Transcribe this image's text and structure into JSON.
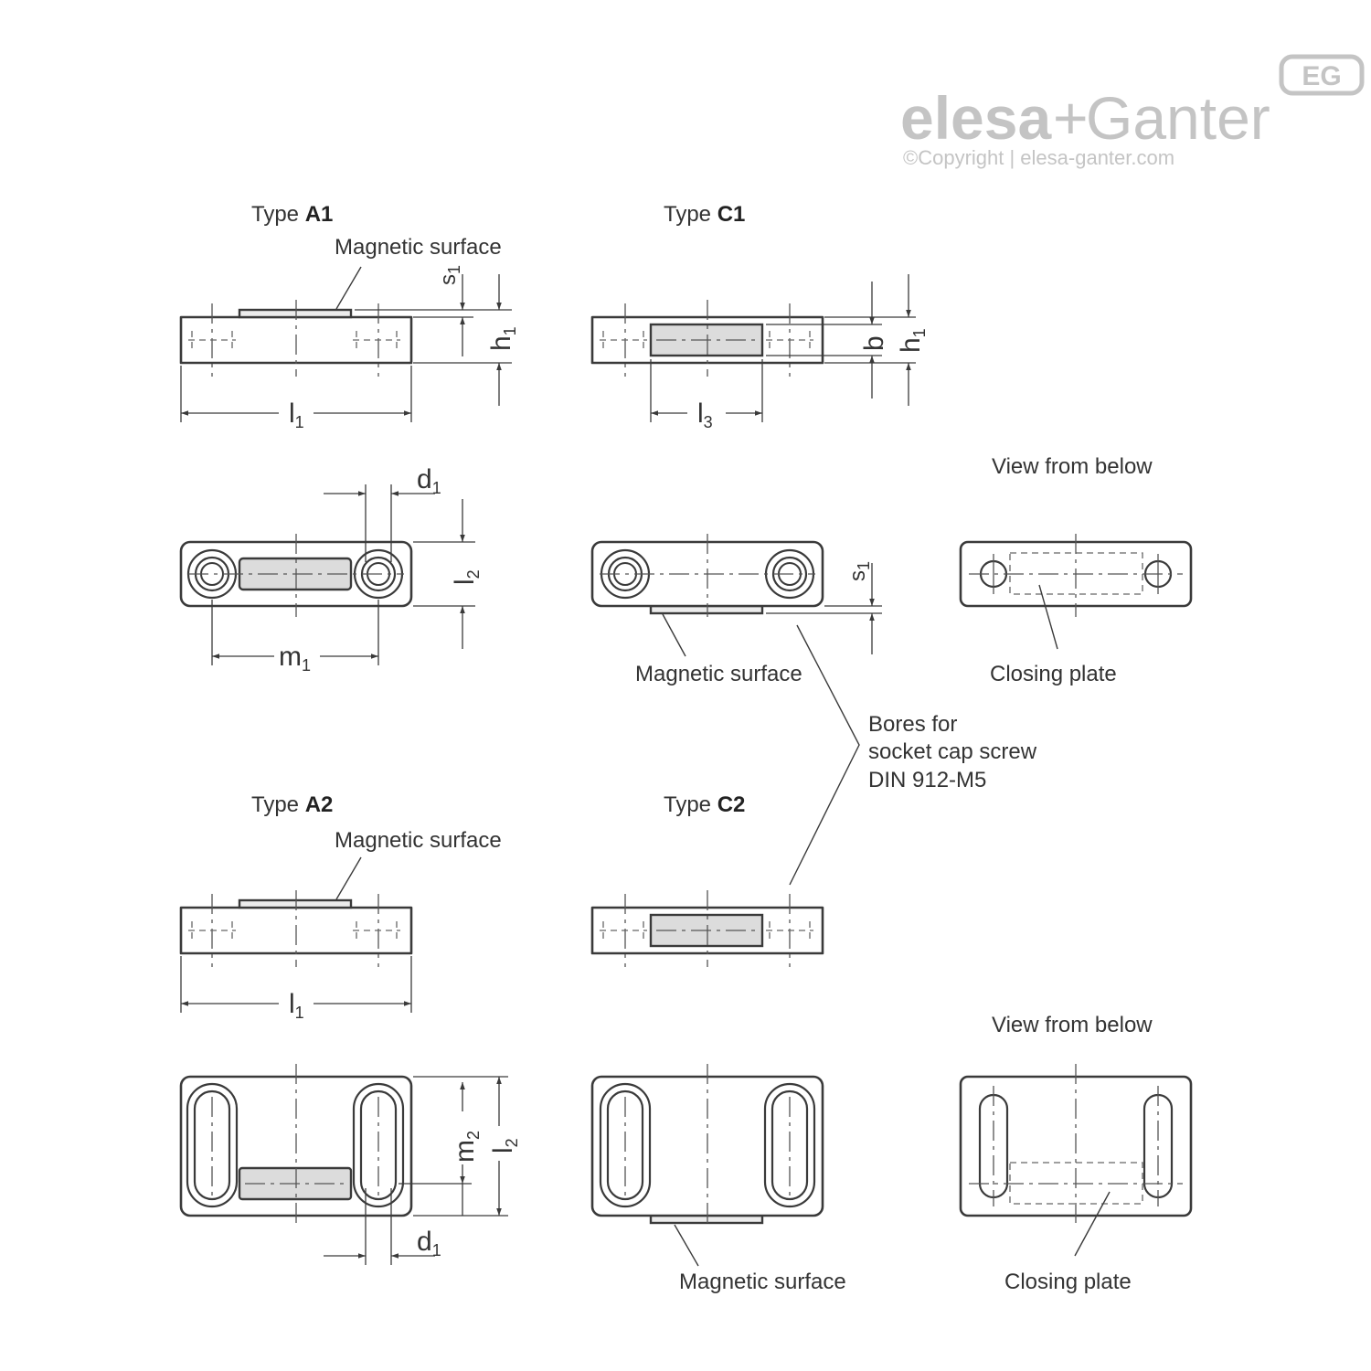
{
  "brand": {
    "logo_left": "elesa",
    "logo_plus": "+",
    "logo_right": "Ganter",
    "copyright": "©Copyright | elesa-ganter.com",
    "badge": "EG",
    "color": "#c4c4c4"
  },
  "views": {
    "a1": {
      "type_prefix": "Type ",
      "type_code": "A1",
      "magnetic": "Magnetic surface"
    },
    "c1": {
      "type_prefix": "Type ",
      "type_code": "C1",
      "magnetic": "Magnetic surface"
    },
    "a2": {
      "type_prefix": "Type ",
      "type_code": "A2",
      "magnetic": "Magnetic surface"
    },
    "c2": {
      "type_prefix": "Type ",
      "type_code": "C2",
      "magnetic": "Magnetic surface"
    }
  },
  "labels": {
    "view_from_below": "View from below",
    "closing_plate": "Closing plate",
    "bores_line1": "Bores for",
    "bores_line2": "socket cap screw",
    "bores_line3": "DIN 912-M5"
  },
  "dims": {
    "l": "l",
    "h": "h",
    "s": "s",
    "d": "d",
    "m": "m",
    "b": "b",
    "sub1": "1",
    "sub2": "2",
    "sub3": "3"
  },
  "colors": {
    "line": "#3a3a3a",
    "magnet_fill": "#dcdcdc"
  }
}
